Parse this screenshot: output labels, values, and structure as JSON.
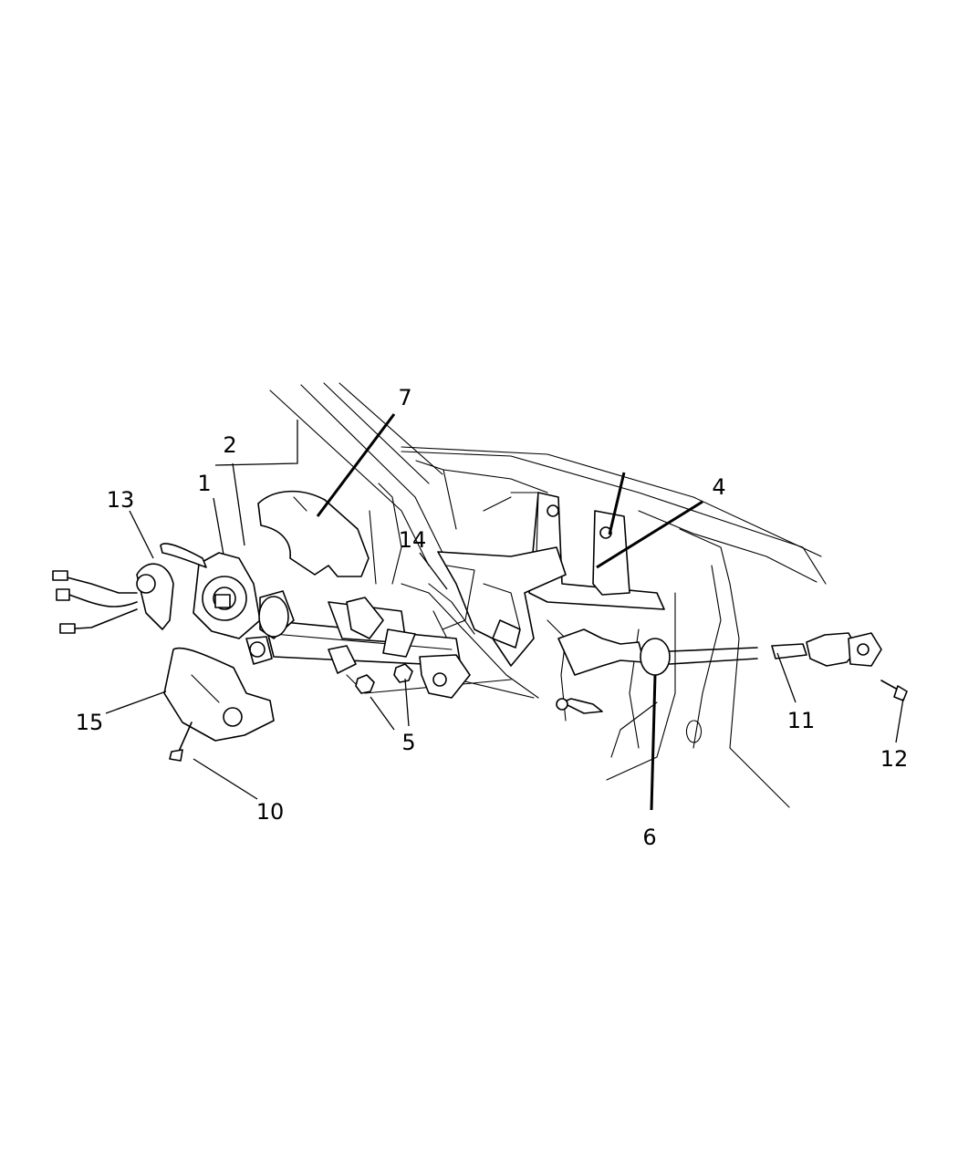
{
  "callouts": [
    {
      "id": "c1",
      "text": "1"
    },
    {
      "id": "c2",
      "text": "2"
    },
    {
      "id": "c4",
      "text": "4"
    },
    {
      "id": "c5",
      "text": "5"
    },
    {
      "id": "c6",
      "text": "6"
    },
    {
      "id": "c7",
      "text": "7"
    },
    {
      "id": "c10",
      "text": "10"
    },
    {
      "id": "c11",
      "text": "11"
    },
    {
      "id": "c12",
      "text": "12"
    },
    {
      "id": "c13",
      "text": "13"
    },
    {
      "id": "c14",
      "text": "14"
    },
    {
      "id": "c15",
      "text": "15"
    }
  ]
}
